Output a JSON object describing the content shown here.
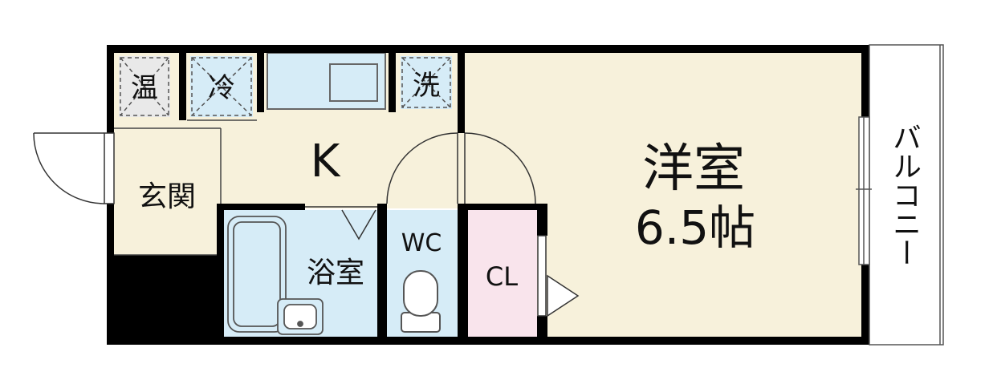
{
  "floorplan": {
    "rooms": {
      "western_room": {
        "label": "洋室",
        "size": "6.5帖"
      },
      "kitchen": {
        "label": "K"
      },
      "entrance": {
        "label": "玄関"
      },
      "bathroom": {
        "label": "浴室"
      },
      "toilet": {
        "label": "WC"
      },
      "closet": {
        "label": "CL"
      },
      "balcony": {
        "label": "バルコニー"
      }
    },
    "fixtures": {
      "water_heater": {
        "label": "温"
      },
      "fridge_space": {
        "label": "冷"
      },
      "washer_space": {
        "label": "洗"
      }
    },
    "colors": {
      "wall": "#000000",
      "floor_cream": "#f7f1db",
      "bath_blue": "#d6ecf7",
      "closet_pink": "#f9e4ec",
      "fixture_gray": "#e3e3e3"
    }
  }
}
